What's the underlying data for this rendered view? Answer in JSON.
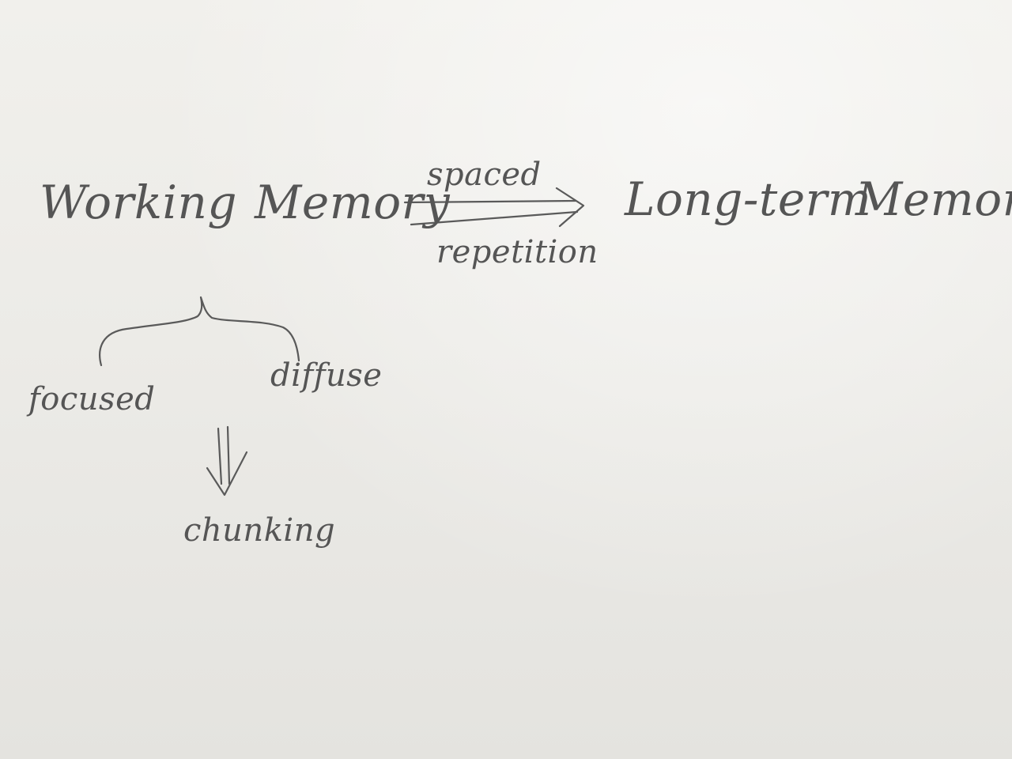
{
  "diagram": {
    "nodes": {
      "working_memory": [
        "Working",
        "Memory"
      ],
      "long_term_memory": [
        "Long-term",
        "Memory"
      ],
      "focused": "focused",
      "diffuse": "diffuse",
      "chunking": "chunking"
    },
    "edges": {
      "arrow_top_label": "spaced",
      "arrow_bottom_label": "repetition"
    }
  }
}
